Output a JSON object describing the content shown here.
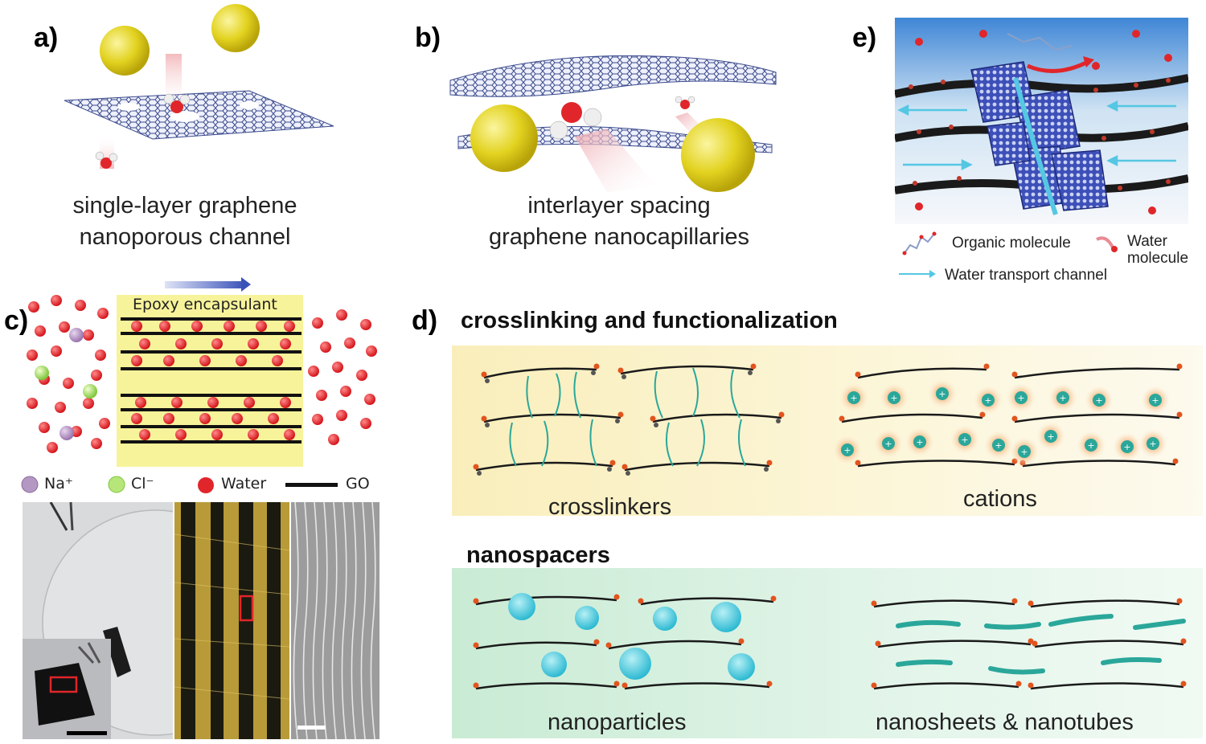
{
  "panels": {
    "a": {
      "label": "a)",
      "caption_line1": "single-layer graphene",
      "caption_line2": "nanoporous channel"
    },
    "b": {
      "label": "b)",
      "caption_line1": "interlayer spacing",
      "caption_line2": "graphene nanocapillaries"
    },
    "c": {
      "label": "c)",
      "epoxy_label": "Epoxy encapsulant",
      "legend": {
        "na": "Na⁺",
        "cl": "Cl⁻",
        "water": "Water",
        "go": "GO"
      }
    },
    "d": {
      "label": "d)",
      "heading1": "crosslinking and functionalization",
      "heading2": "nanospacers",
      "sub_crosslinkers": "crosslinkers",
      "sub_cations": "cations",
      "sub_nanoparticles": "nanoparticles",
      "sub_nanosheets": "nanosheets & nanotubes"
    },
    "e": {
      "label": "e)",
      "legend_organic": "Organic molecule",
      "legend_water_line1": "Water",
      "legend_water_line2": "molecule",
      "legend_channel": "Water transport channel"
    }
  },
  "colors": {
    "graphene": "#3a4a8c",
    "ion_yellow": "#e0cf2a",
    "water_red": "#e0262a",
    "epoxy": "#f7f39a",
    "crosslink_bg": "#fbf4cf",
    "nanospacer_bg": "#dcf2e3",
    "teal": "#2aa79a",
    "channel_cyan": "#55c7e3"
  }
}
